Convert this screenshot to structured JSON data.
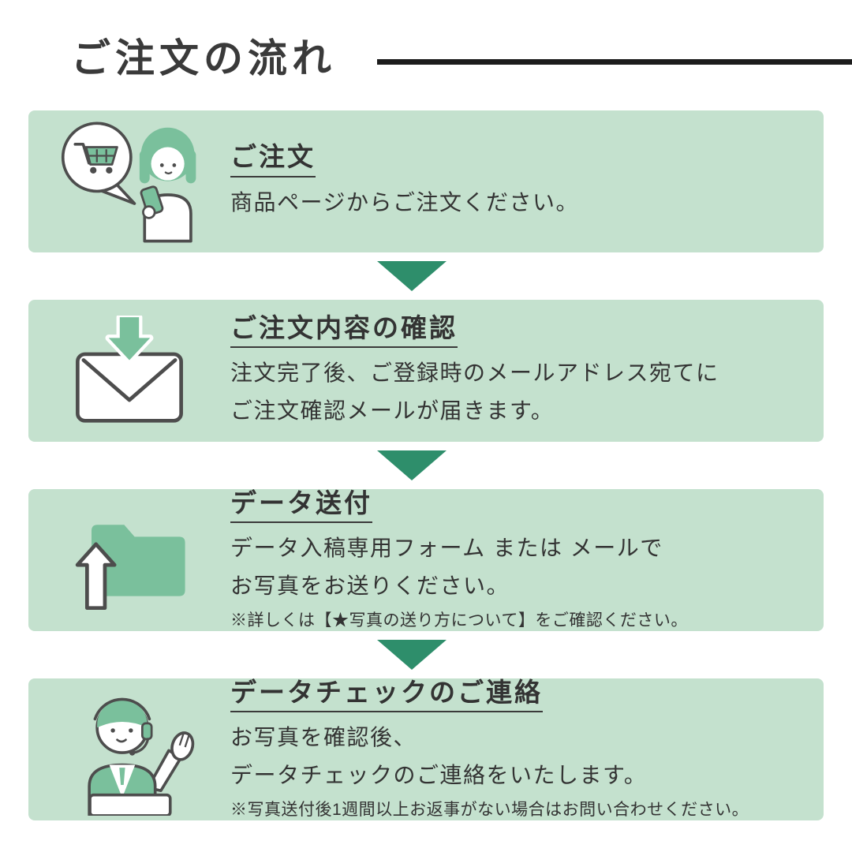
{
  "colors": {
    "box_bg": "#c4e1ce",
    "arrow": "#2e8e6b",
    "accent": "#7ac09c",
    "ink": "#4d4d4d",
    "text": "#333333",
    "rule": "#1c1c1c"
  },
  "header": {
    "title": "ご注文の流れ"
  },
  "steps": [
    {
      "icon": "woman-shopping-phone-icon",
      "heading": "ご注文",
      "lines": [
        "商品ページからご注文ください。"
      ]
    },
    {
      "icon": "mail-receive-icon",
      "heading": "ご注文内容の確認",
      "lines": [
        "注文完了後、ご登録時のメールアドレス宛てに",
        "ご注文確認メールが届きます。"
      ]
    },
    {
      "icon": "folder-upload-icon",
      "heading": "データ送付",
      "lines": [
        "データ入稿専用フォーム または メールで",
        "お写真をお送りください。"
      ],
      "note": "※詳しくは【★写真の送り方について】をご確認ください。"
    },
    {
      "icon": "support-agent-icon",
      "heading": "データチェックのご連絡",
      "lines": [
        "お写真を確認後、",
        "データチェックのご連絡をいたします。"
      ],
      "note": "※写真送付後1週間以上お返事がない場合はお問い合わせください。"
    }
  ]
}
